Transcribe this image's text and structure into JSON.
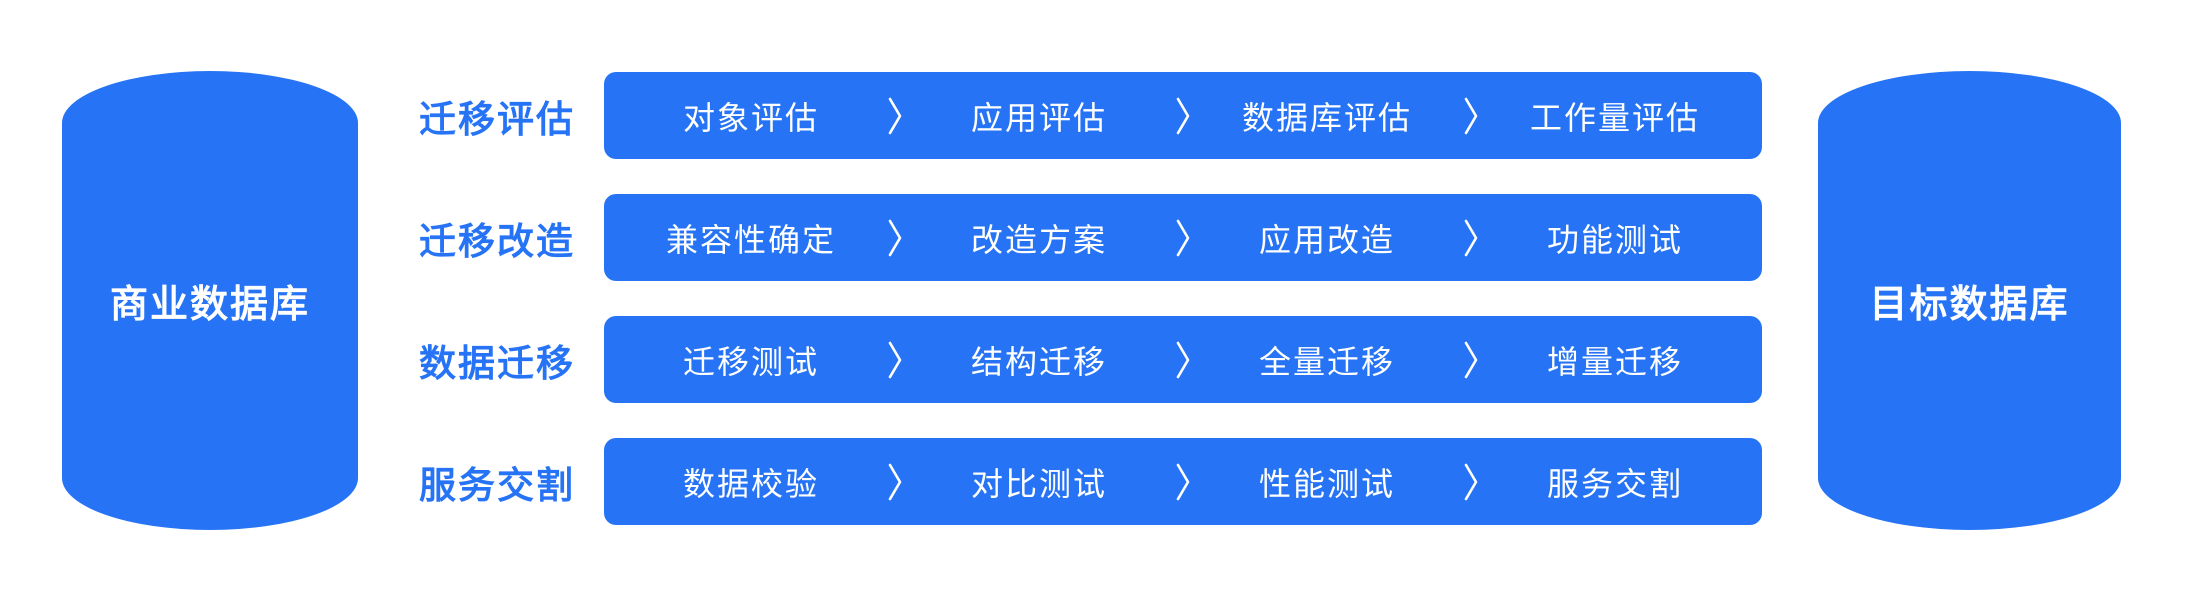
{
  "diagram": {
    "title": "database-migration-process",
    "source_db_label": "商业数据库",
    "target_db_label": "目标数据库",
    "rows": [
      {
        "label": "迁移评估",
        "steps": [
          "对象评估",
          "应用评估",
          "数据库评估",
          "工作量评估"
        ]
      },
      {
        "label": "迁移改造",
        "steps": [
          "兼容性确定",
          "改造方案",
          "应用改造",
          "功能测试"
        ]
      },
      {
        "label": "数据迁移",
        "steps": [
          "迁移测试",
          "结构迁移",
          "全量迁移",
          "增量迁移"
        ]
      },
      {
        "label": "服务交割",
        "steps": [
          "数据校验",
          "对比测试",
          "性能测试",
          "服务交割"
        ]
      }
    ],
    "icons": {
      "step_separator": "chevron-right"
    },
    "colors": {
      "primary_blue": "#2674F5",
      "text_on_blue": "#FFFFFF",
      "background": "#FFFFFF"
    }
  }
}
